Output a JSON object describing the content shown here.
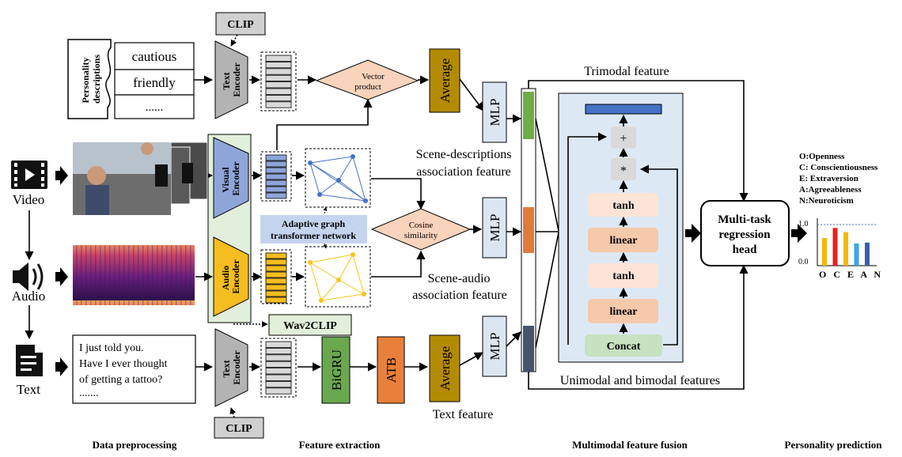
{
  "labels": {
    "clip_top": "CLIP",
    "clip_bottom": "CLIP",
    "personality_descriptions": "Personality descriptions",
    "desc_cautious": "cautious",
    "desc_friendly": "friendly",
    "desc_more": "......",
    "text_encoder": "Text Encoder",
    "visual_encoder": "Visual Encoder",
    "audio_encoder": "Audio Encoder",
    "vector_product": "Vector product",
    "cosine_line1": "Cosine",
    "cosine_line2": "similarity",
    "average": "Average",
    "mlp": "MLP",
    "trimodal_feature": "Trimodal feature",
    "scene_desc_line1": "Scene-descriptions",
    "scene_desc_line2": "association feature",
    "scene_audio_line1": "Scene-audio",
    "scene_audio_line2": "association feature",
    "agt_line1": "Adaptive graph",
    "agt_line2": "transformer network",
    "wav2clip": "Wav2CLIP",
    "bigru": "BiGRU",
    "atb": "ATB",
    "text_feature": "Text feature",
    "video": "Video",
    "audio": "Audio",
    "text": "Text",
    "transcript_line1": "I just told you.",
    "transcript_line2": "Have I ever thought",
    "transcript_line3": "of getting a tattoo?",
    "transcript_line4": ".......",
    "plus": "+",
    "times": "*",
    "tanh": "tanh",
    "linear": "linear",
    "concat": "Concat",
    "unimodal_bimodal": "Unimodal and bimodal features",
    "head_line1": "Multi-task",
    "head_line2": "regression",
    "head_line3": "head",
    "legend_o": "O:Openness",
    "legend_c": "C: Conscientiousness",
    "legend_e": "E: Extraversion",
    "legend_a": "A:Agreeableness",
    "legend_n": "N:Neuroticism",
    "y_top": "1.0",
    "y_bottom": "0.0",
    "ocean_letters": "O C E A N",
    "stage_1": "Data preprocessing",
    "stage_2": "Feature extraction",
    "stage_3": "Multimodal feature fusion",
    "stage_4": "Personality prediction"
  },
  "colors": {
    "encoder_gray": "#b3b3b3",
    "visual_encoder": "#8ea5d9",
    "audio_encoder": "#f5bd1f",
    "diamond": "#f9d3bc",
    "average": "#b38b00",
    "mlp": "#dce6f2",
    "bigru": "#6aa84f",
    "atb": "#e8803a",
    "fusion_bg": "#dde8f5",
    "green_panel": "#e2efda",
    "tanh": "#fde4d6",
    "linear": "#f7c9ab",
    "concat": "#c6e2bf",
    "feat_green": "#70ad47",
    "feat_orange": "#e07b39",
    "feat_navy": "#44546a",
    "trimodal_bar": "#4472c4",
    "graph_blue": "#4472c4",
    "graph_yellow": "#f5c518"
  },
  "chart_data": {
    "type": "bar",
    "categories": [
      "O",
      "C",
      "E",
      "A",
      "N"
    ],
    "values": [
      0.66,
      0.9,
      0.8,
      0.53,
      0.55
    ],
    "ylim": [
      0,
      1
    ],
    "reference_line": 0.98
  }
}
